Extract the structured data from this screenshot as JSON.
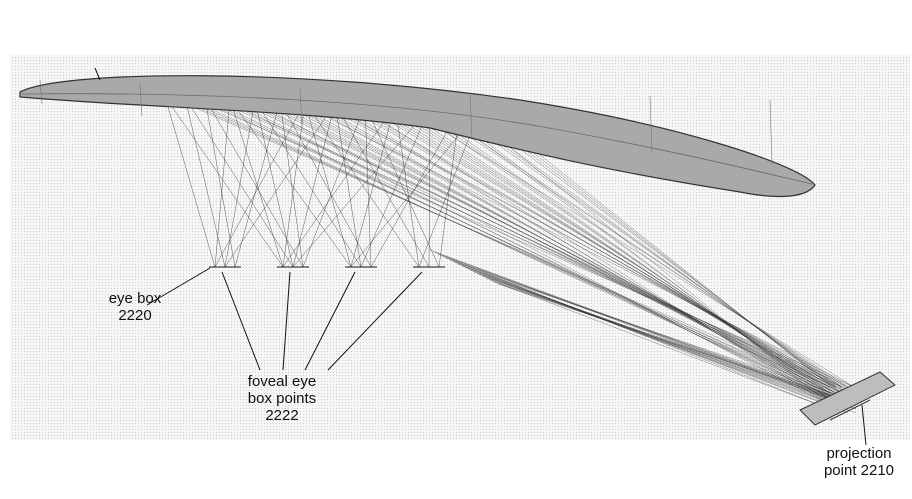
{
  "labels": {
    "eye_box": {
      "name": "eye box",
      "number": "2220"
    },
    "foveal_points": {
      "line1": "foveal eye",
      "line2": "box points",
      "number": "2222"
    },
    "projection_point": {
      "line1": "projection",
      "line2": "point 2210"
    }
  },
  "colors": {
    "background": "#ffffff",
    "stipple_field": "#ececec",
    "lens": "#a9a9a9",
    "lens_edge": "#333333",
    "ray": "#1a1a1a",
    "leader": "#111111",
    "text": "#111111"
  },
  "foveal_eye_box_point_count": 4
}
